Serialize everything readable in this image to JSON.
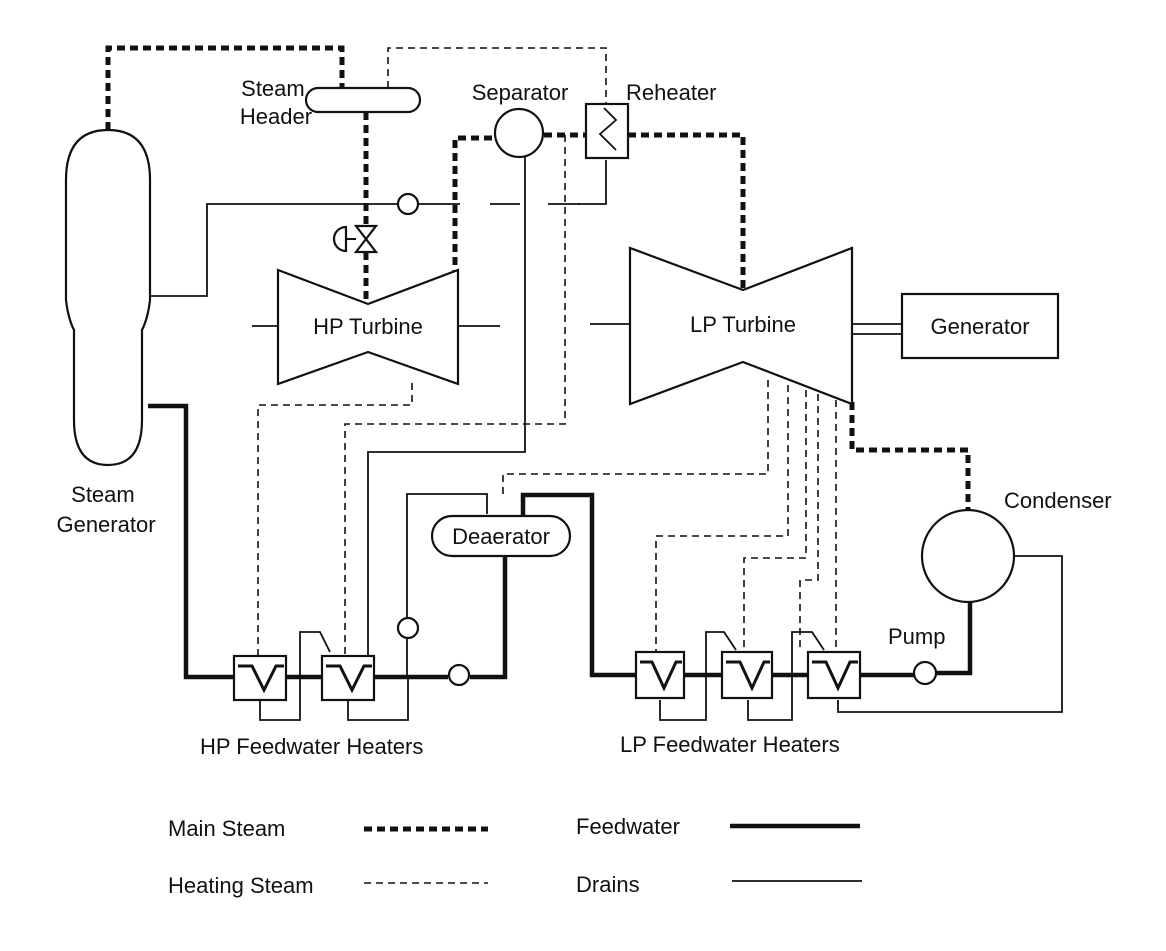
{
  "labels": {
    "steam_header": [
      "Steam",
      "Header"
    ],
    "separator": "Separator",
    "reheater": "Reheater",
    "steam_generator": [
      "Steam",
      "Generator"
    ],
    "hp_turbine": "HP Turbine",
    "lp_turbine": "LP Turbine",
    "generator": "Generator",
    "condenser": "Condenser",
    "deaerator": "Deaerator",
    "pump": "Pump",
    "hp_feedwater_heaters": "HP Feedwater Heaters",
    "lp_feedwater_heaters": "LP Feedwater Heaters"
  },
  "legend": [
    {
      "label": "Main Steam",
      "style": "main-steam"
    },
    {
      "label": "Heating Steam",
      "style": "heating-steam"
    },
    {
      "label": "Feedwater",
      "style": "feedwater"
    },
    {
      "label": "Drains",
      "style": "drains"
    }
  ]
}
